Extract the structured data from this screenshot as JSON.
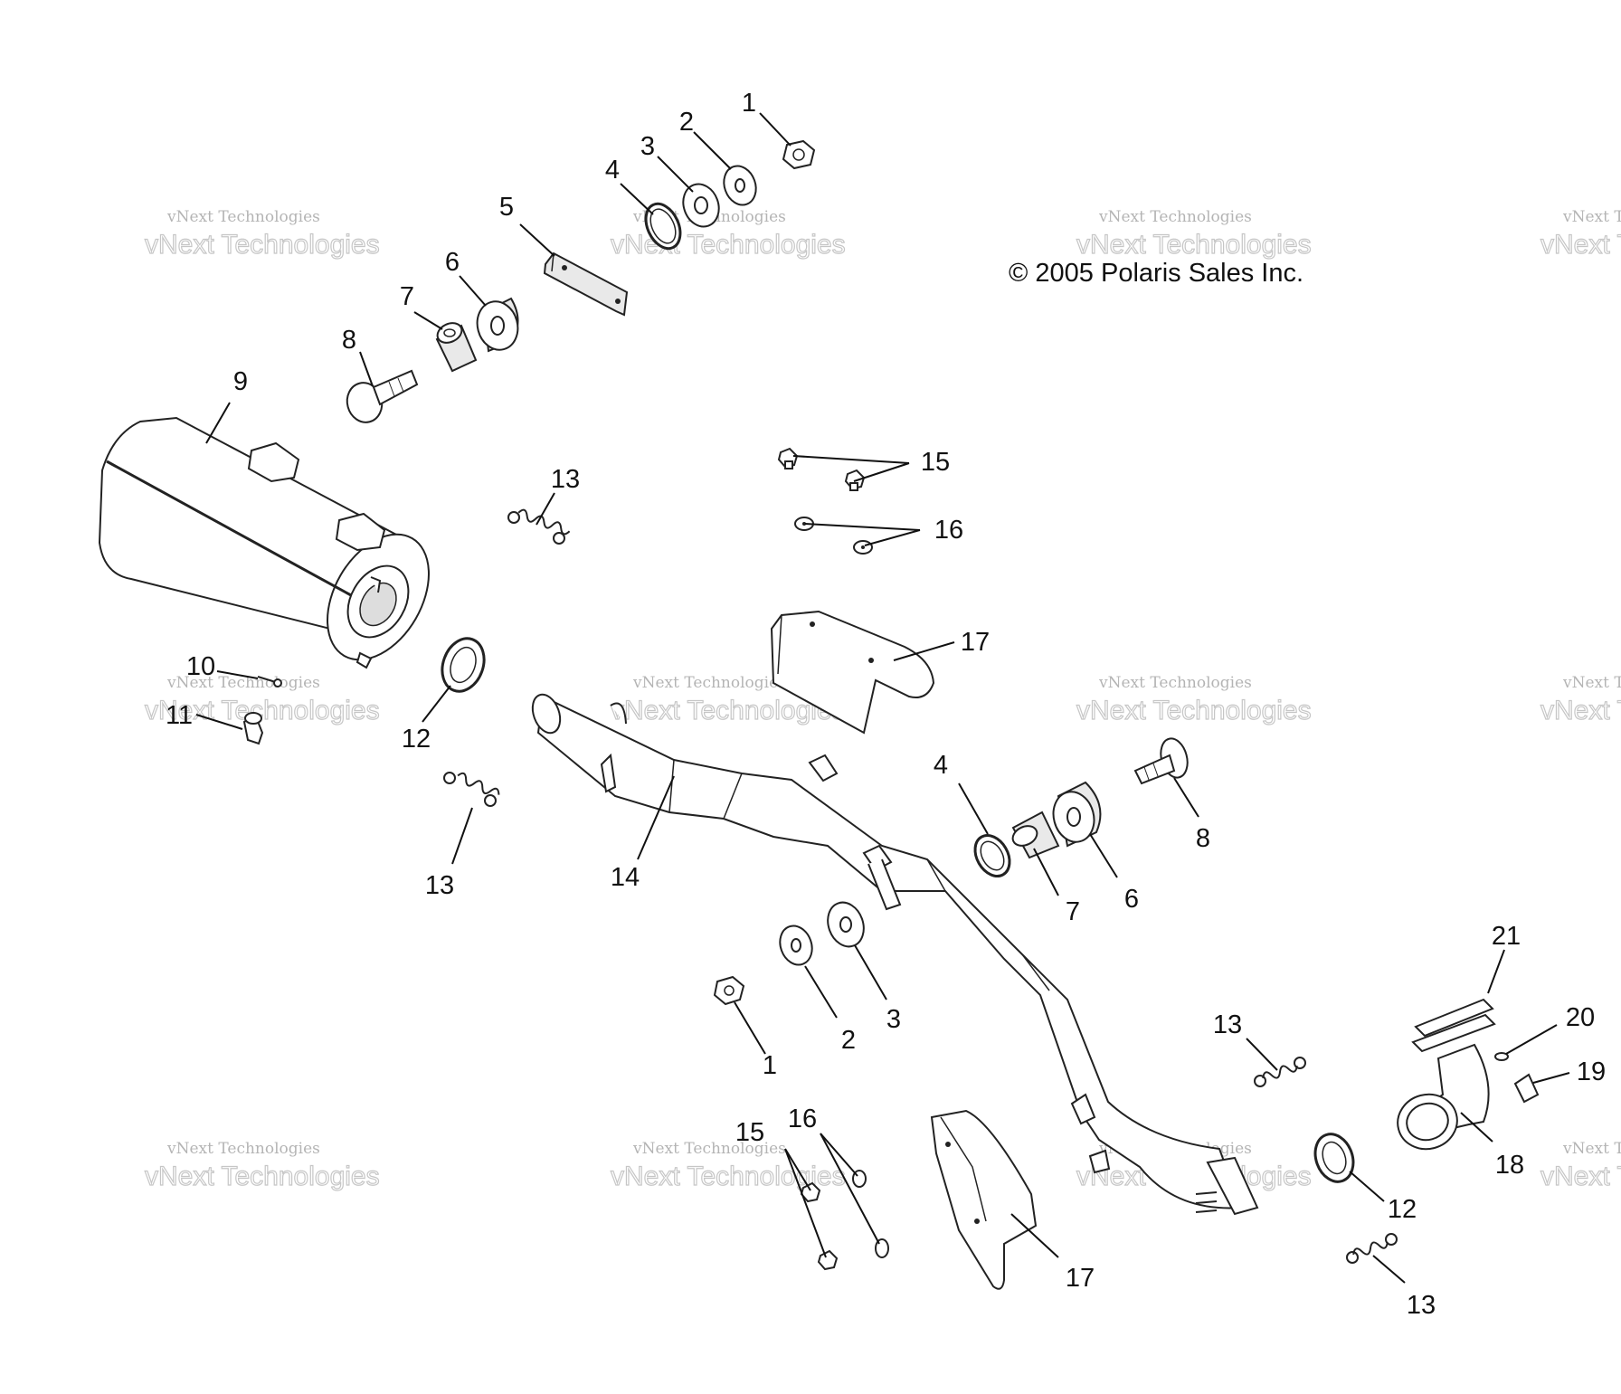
{
  "copyright": "© 2005 Polaris Sales Inc.",
  "watermark": {
    "small_text": "vNext Technologies",
    "large_text": "vNext Technologies"
  },
  "callouts": [
    {
      "id": "c1a",
      "label": "1"
    },
    {
      "id": "c2a",
      "label": "2"
    },
    {
      "id": "c3a",
      "label": "3"
    },
    {
      "id": "c4a",
      "label": "4"
    },
    {
      "id": "c5",
      "label": "5"
    },
    {
      "id": "c6a",
      "label": "6"
    },
    {
      "id": "c7a",
      "label": "7"
    },
    {
      "id": "c8a",
      "label": "8"
    },
    {
      "id": "c9",
      "label": "9"
    },
    {
      "id": "c10",
      "label": "10"
    },
    {
      "id": "c11",
      "label": "11"
    },
    {
      "id": "c12a",
      "label": "12"
    },
    {
      "id": "c13a",
      "label": "13"
    },
    {
      "id": "c13b",
      "label": "13"
    },
    {
      "id": "c14",
      "label": "14"
    },
    {
      "id": "c15a",
      "label": "15"
    },
    {
      "id": "c16a",
      "label": "16"
    },
    {
      "id": "c17a",
      "label": "17"
    },
    {
      "id": "c4b",
      "label": "4"
    },
    {
      "id": "c8b",
      "label": "8"
    },
    {
      "id": "c7b",
      "label": "7"
    },
    {
      "id": "c6b",
      "label": "6"
    },
    {
      "id": "c3b",
      "label": "3"
    },
    {
      "id": "c2b",
      "label": "2"
    },
    {
      "id": "c1b",
      "label": "1"
    },
    {
      "id": "c15b",
      "label": "15"
    },
    {
      "id": "c16b",
      "label": "16"
    },
    {
      "id": "c17b",
      "label": "17"
    },
    {
      "id": "c13c",
      "label": "13"
    },
    {
      "id": "c12b",
      "label": "12"
    },
    {
      "id": "c13d",
      "label": "13"
    },
    {
      "id": "c21",
      "label": "21"
    },
    {
      "id": "c20",
      "label": "20"
    },
    {
      "id": "c19",
      "label": "19"
    },
    {
      "id": "c18",
      "label": "18"
    }
  ]
}
